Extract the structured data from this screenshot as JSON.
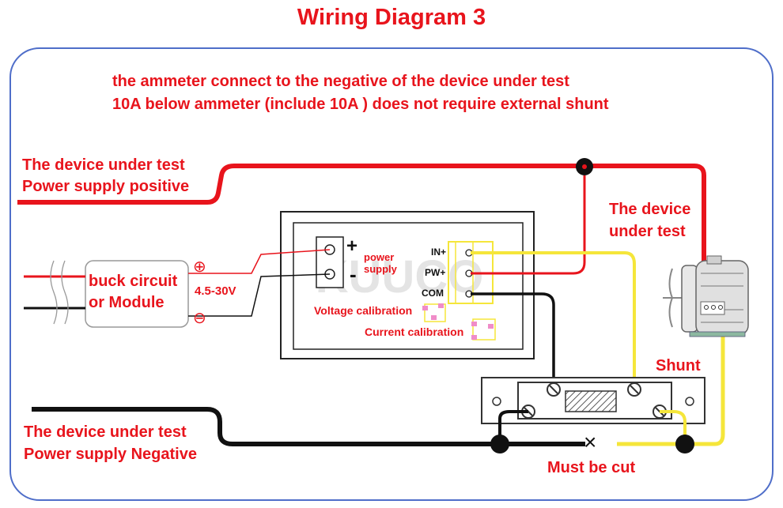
{
  "title": "Wiring Diagram 3",
  "note": {
    "line1": "the ammeter connect to the negative of the device under test",
    "line2": "10A below ammeter (include 10A ) does not require external shunt"
  },
  "labels": {
    "supply_positive_1": "The device under test",
    "supply_positive_2": "Power supply positive",
    "supply_negative_1": "The device under test",
    "supply_negative_2": "Power supply Negative",
    "device_1": "The device",
    "device_2": "under test",
    "buck_1": "buck circuit",
    "buck_2": "or Module",
    "voltage_range": "4.5-30V",
    "power_supply_1": "power",
    "power_supply_2": "supply",
    "terminal_in": "IN+",
    "terminal_pw": "PW+",
    "terminal_com": "COM",
    "voltage_calibration": "Voltage calibration",
    "current_calibration": "Current calibration",
    "shunt": "Shunt",
    "must_be_cut": "Must be cut",
    "plus_sign": "+",
    "minus_sign": "-",
    "plus_symbol": "⊕",
    "minus_symbol": "⊖",
    "cut_mark": "×"
  },
  "colors": {
    "positive_wire": "#e8141c",
    "negative_wire": "#111111",
    "signal_wire": "#f5e63a",
    "frame": "#4f6ec9"
  }
}
